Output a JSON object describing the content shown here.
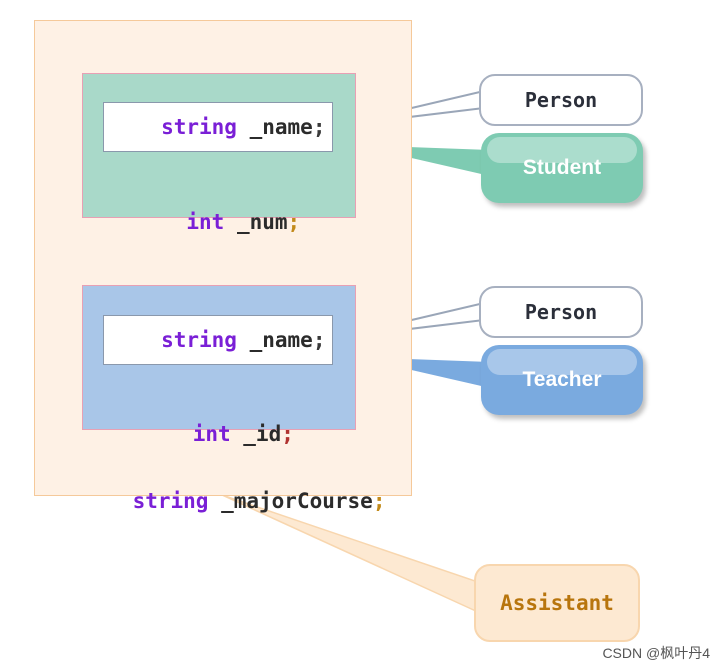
{
  "student": {
    "field_type": "string",
    "field_name": " _name",
    "field_semi": ";",
    "member_type": "int",
    "member_name": " _num",
    "member_semi": ";"
  },
  "teacher": {
    "field_type": "string",
    "field_name": " _name",
    "field_semi": ";",
    "member_type": "int",
    "member_name": " _id",
    "member_semi": ";"
  },
  "assistant": {
    "member_type": "string",
    "member_name": " _majorCourse",
    "member_semi": ";"
  },
  "callouts": {
    "person_top": "Person",
    "student": "Student",
    "person_bottom": "Person",
    "teacher": "Teacher",
    "assistant": "Assistant"
  },
  "watermark": "CSDN @枫叶丹4",
  "colors": {
    "keyword": "#7a1fd6",
    "assistant_bg": "#fef1e5",
    "student_bg": "#a9d9c9",
    "teacher_bg": "#a9c6e8",
    "student_callout": "#7ecbb2",
    "teacher_callout": "#7aaadf",
    "assistant_callout_text": "#b8750d"
  }
}
